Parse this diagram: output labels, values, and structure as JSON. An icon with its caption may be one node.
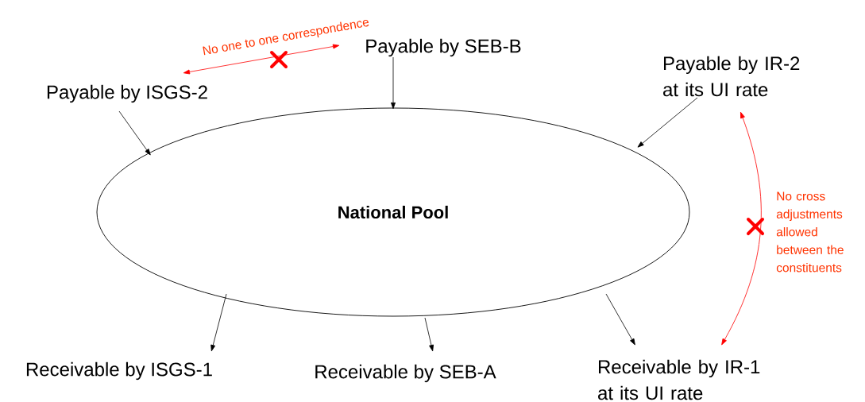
{
  "diagram": {
    "nodes": [
      {
        "text": [
          "National Pool"
        ]
      },
      {
        "text": [
          "Payable by ISGS-2"
        ]
      },
      {
        "text": [
          "Payable by SEB-B"
        ]
      },
      {
        "text": [
          "Payable by IR-2 at its UI rate"
        ]
      },
      {
        "text": [
          "Receivable by ISGS-1"
        ]
      },
      {
        "text": [
          "Receivable by SEB-A"
        ]
      },
      {
        "text": [
          "Receivable by IR-1 at its UI rate"
        ]
      }
    ],
    "edges": [
      {
        "from": 1,
        "to": 0,
        "arrow": "to"
      },
      {
        "from": 2,
        "to": 0,
        "arrow": "to"
      },
      {
        "from": 3,
        "to": 0,
        "arrow": "to"
      },
      {
        "from": 0,
        "to": 4,
        "arrow": "to"
      },
      {
        "from": 0,
        "to": 5,
        "arrow": "to"
      },
      {
        "from": 0,
        "to": 6,
        "arrow": "to"
      },
      {
        "from": 1,
        "to": 2,
        "arrow": "both",
        "color": "#ff0000",
        "label": "No one to one correspondence"
      },
      {
        "from": 3,
        "to": 6,
        "arrow": "both",
        "color": "#ff0000",
        "label": "No cross adjustments allowed between the constituents"
      }
    ]
  }
}
